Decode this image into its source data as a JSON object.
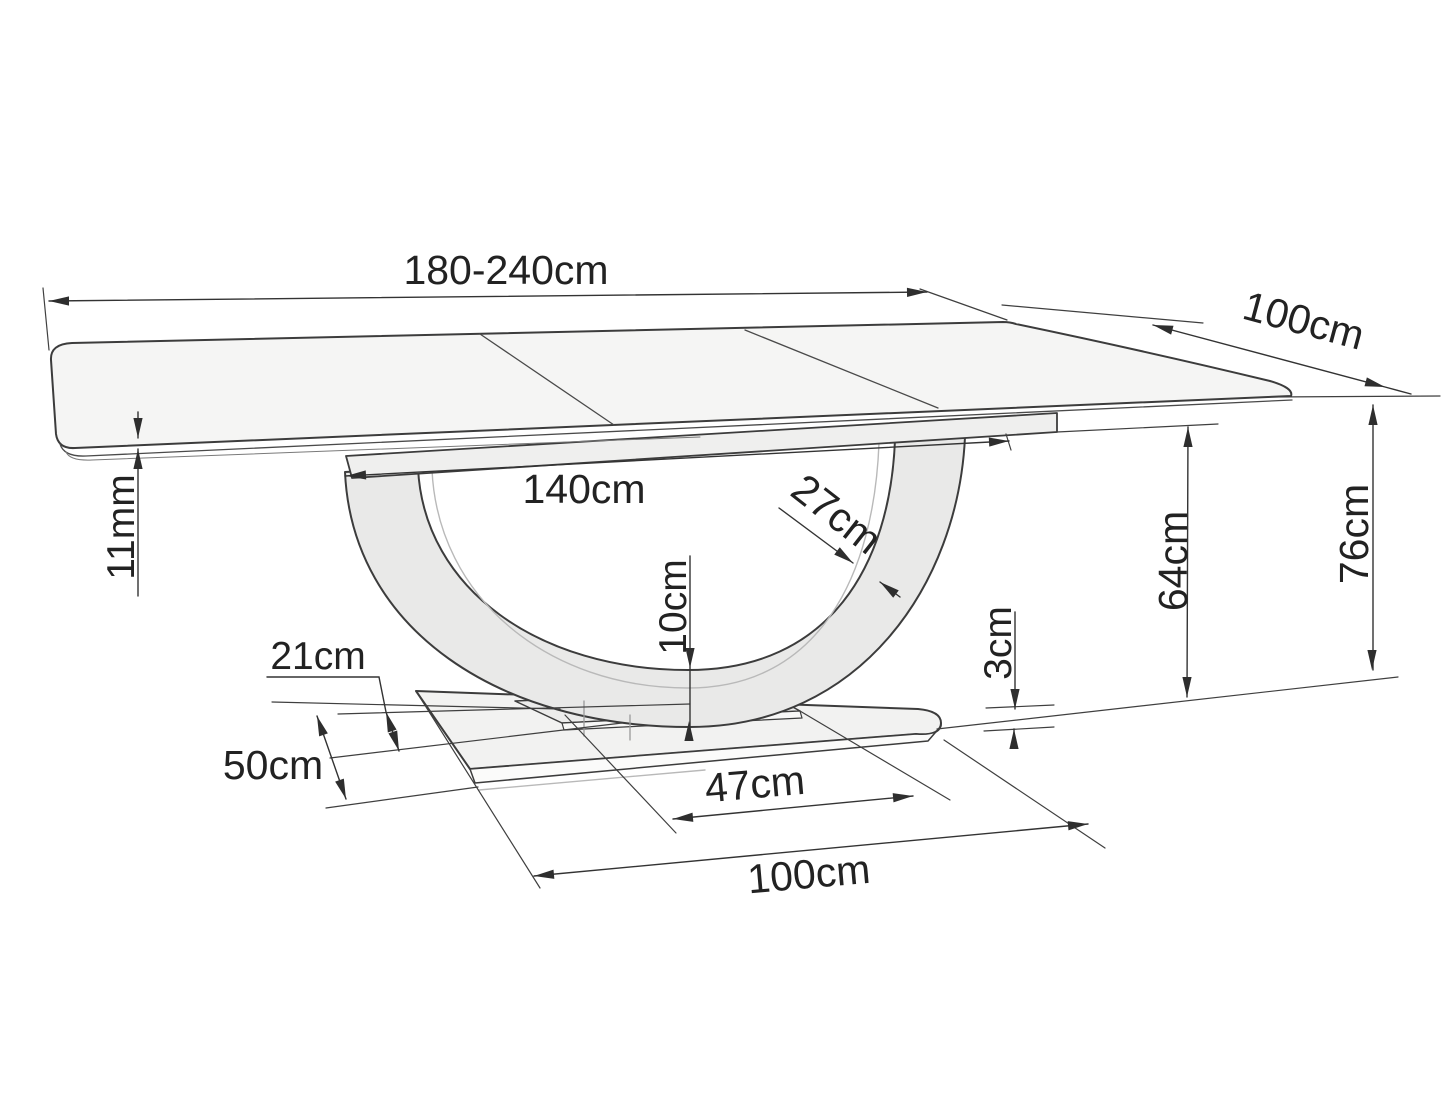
{
  "diagram": {
    "type": "furniture-dimension-drawing",
    "subject": "extendable dining table with U-shaped pedestal leg",
    "labels": {
      "top_length": "180-240cm",
      "top_depth": "100cm",
      "top_thickness": "11mm",
      "frame_length": "140cm",
      "leg_width": "27cm",
      "leg_base_gap": "10cm",
      "frame_height": "64cm",
      "total_height": "76cm",
      "base_thickness": "3cm",
      "base_overhang": "21cm",
      "base_depth": "50cm",
      "base_top_plate_length": "47cm",
      "base_length": "100cm"
    }
  }
}
